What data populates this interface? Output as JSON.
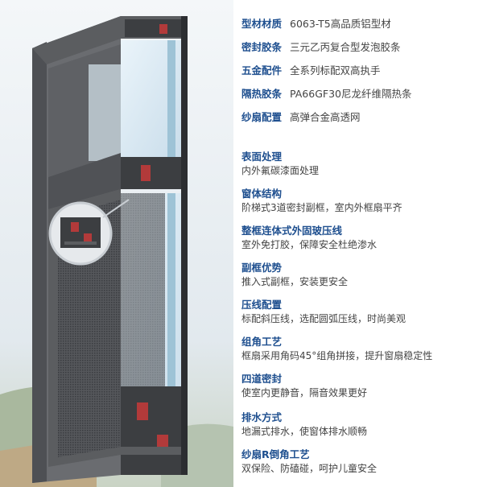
{
  "specs": [
    {
      "key": "型材材质",
      "value": "6063-T5高品质铝型材"
    },
    {
      "key": "密封胶条",
      "value": "三元乙丙复合型发泡胶条"
    },
    {
      "key": "五金配件",
      "value": "全系列标配双高执手"
    },
    {
      "key": "隔热胶条",
      "value": "PA66GF30尼龙纤维隔热条"
    },
    {
      "key": "纱扇配置",
      "value": "高弹合金高透网"
    }
  ],
  "features": [
    {
      "title": "表面处理",
      "desc": "内外氟碳漆面处理"
    },
    {
      "title": "窗体结构",
      "desc": "阶梯式3道密封副框，室内外框扇平齐"
    },
    {
      "title": "整框连体式外固玻压线",
      "desc": "室外免打胶，保障安全杜绝渗水"
    },
    {
      "title": "副框优势",
      "desc": "推入式副框，安装更安全"
    },
    {
      "title": "压线配置",
      "desc": "标配斜压线，选配圆弧压线，时尚美观"
    },
    {
      "title": "组角工艺",
      "desc": "框扇采用角码45°组角拼接，提升窗扇稳定性"
    },
    {
      "title": "四道密封",
      "desc": "使室内更静音，隔音效果更好"
    },
    {
      "title": "排水方式",
      "desc": "地漏式排水，使窗体排水顺畅"
    },
    {
      "title": "纱扇R倒角工艺",
      "desc": "双保险、防磕碰，呵护儿童安全"
    }
  ],
  "colors": {
    "heading": "#1e4f8f",
    "text": "#444444",
    "frame": "#5b5d60",
    "frame_dark": "#3c3e41",
    "glass": "#d6e8f2",
    "screen_mesh": "#4a4c50",
    "background_sky": "#e8eef2"
  },
  "icons": [
    "magnifier-detail-circle-icon"
  ]
}
